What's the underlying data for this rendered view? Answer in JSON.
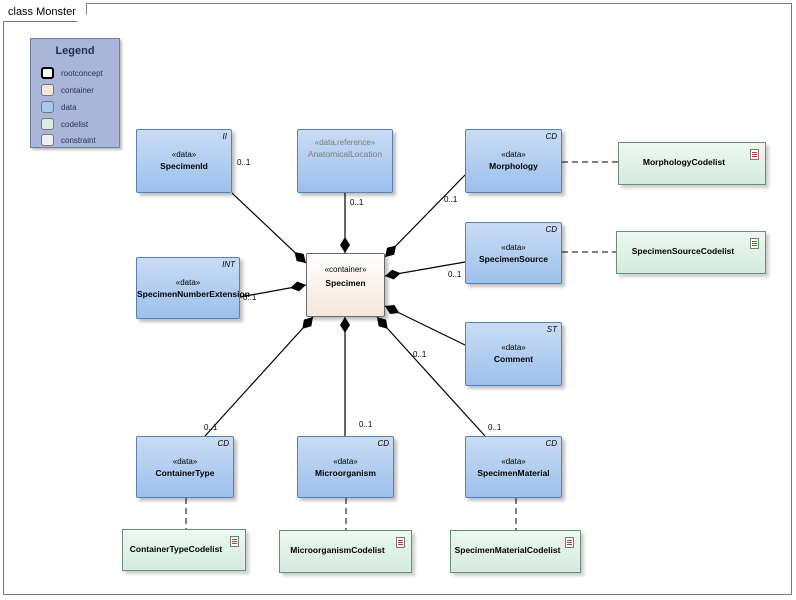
{
  "frame": {
    "title": "class Monster"
  },
  "legend": {
    "title": "Legend",
    "items": [
      {
        "label": "rootconcept",
        "color": "#ffffff"
      },
      {
        "label": "container",
        "color": "#f6e6da"
      },
      {
        "label": "data",
        "color": "#a9c8f0"
      },
      {
        "label": "codelist",
        "color": "#d6eee2"
      },
      {
        "label": "constraint",
        "color": "#f3eef6"
      }
    ]
  },
  "classes": {
    "specimen": {
      "stereotype": "«container»",
      "name": "Specimen"
    },
    "specimen_id": {
      "stereotype": "«data»",
      "name": "SpecimenId",
      "type": "II"
    },
    "anatomical_location": {
      "stereotype": "«data,reference»",
      "name": "AnatomicalLocation"
    },
    "morphology": {
      "stereotype": "«data»",
      "name": "Morphology",
      "type": "CD"
    },
    "specimen_number_extension": {
      "stereotype": "«data»",
      "name": "SpecimenNumberExtension",
      "type": "INT"
    },
    "specimen_source": {
      "stereotype": "«data»",
      "name": "SpecimenSource",
      "type": "CD"
    },
    "comment": {
      "stereotype": "«data»",
      "name": "Comment",
      "type": "ST"
    },
    "container_type": {
      "stereotype": "«data»",
      "name": "ContainerType",
      "type": "CD"
    },
    "microorganism": {
      "stereotype": "«data»",
      "name": "Microorganism",
      "type": "CD"
    },
    "specimen_material": {
      "stereotype": "«data»",
      "name": "SpecimenMaterial",
      "type": "CD"
    }
  },
  "codelists": {
    "morphology": "MorphologyCodelist",
    "specimen_source": "SpecimenSourceCodelist",
    "container_type": "ContainerTypeCodelist",
    "microorganism": "MicroorganismCodelist",
    "specimen_material": "SpecimenMaterialCodelist"
  },
  "multiplicities": {
    "specimen_id": "0..1",
    "anatomical_location": "0..1",
    "morphology": "0..1",
    "specimen_number_extension": "0..1",
    "specimen_source": "0..1",
    "comment": "0..1",
    "container_type": "0..1",
    "microorganism": "0..1",
    "specimen_material": "0..1"
  }
}
